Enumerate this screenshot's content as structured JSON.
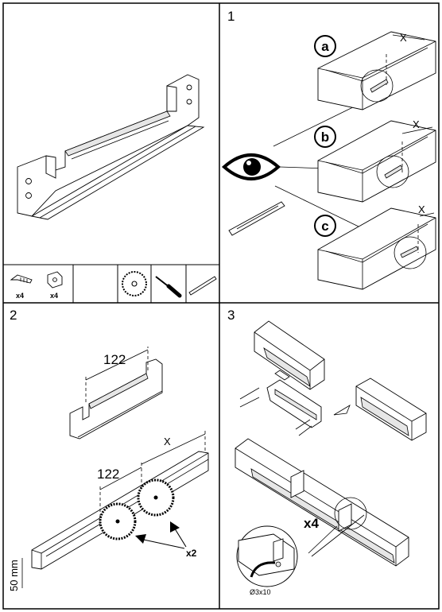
{
  "steps": [
    {
      "number": "1"
    },
    {
      "number": "2"
    },
    {
      "number": "3"
    }
  ],
  "parts": {
    "screw_qty": "x4",
    "clip_qty": "x4"
  },
  "step1": {
    "options": [
      {
        "letter": "a",
        "dim": "X"
      },
      {
        "letter": "b",
        "dim": "X"
      },
      {
        "letter": "c",
        "dim": "X"
      }
    ]
  },
  "step2": {
    "dim_rail": "122",
    "dim_board": "122",
    "dim_x": "X",
    "height": "50 mm",
    "saw_qty": "x2"
  },
  "step3": {
    "qty": "x4",
    "drill": "Ø3x10"
  }
}
